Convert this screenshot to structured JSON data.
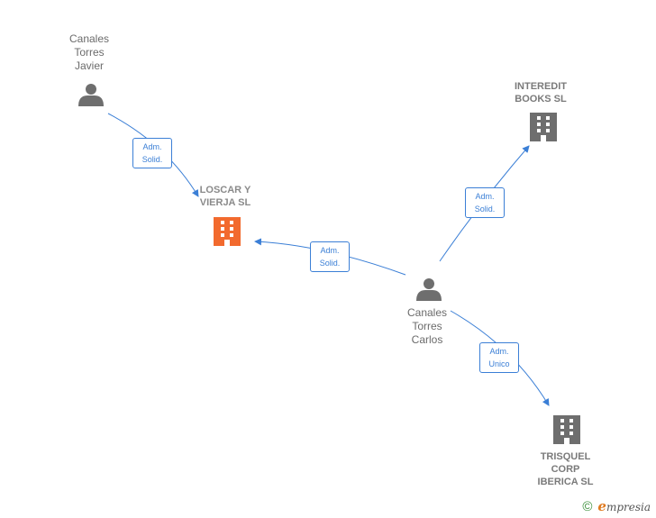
{
  "nodes": {
    "javier": {
      "type": "person",
      "label": "Canales\nTorres\nJavier"
    },
    "carlos": {
      "type": "person",
      "label": "Canales\nTorres\nCarlos"
    },
    "loscar": {
      "type": "company",
      "label": "LOSCAR Y\nVIERJA SL",
      "highlight": true
    },
    "interedit": {
      "type": "company",
      "label": "INTEREDIT\nBOOKS SL"
    },
    "trisquel": {
      "type": "company",
      "label": "TRISQUEL\nCORP\nIBERICA  SL"
    }
  },
  "edges": [
    {
      "from": "javier",
      "to": "loscar",
      "label": "Adm.\nSolid."
    },
    {
      "from": "carlos",
      "to": "loscar",
      "label": "Adm.\nSolid."
    },
    {
      "from": "carlos",
      "to": "interedit",
      "label": "Adm.\nSolid."
    },
    {
      "from": "carlos",
      "to": "trisquel",
      "label": "Adm.\nUnico"
    }
  ],
  "colors": {
    "edge": "#3b7fd6",
    "person_icon": "#6e6e6e",
    "company_icon": "#6e6e6e",
    "highlight_icon": "#f26a2e"
  },
  "footer": {
    "copyright_symbol": "©",
    "brand_initial": "e",
    "brand_rest": "mpresia"
  }
}
